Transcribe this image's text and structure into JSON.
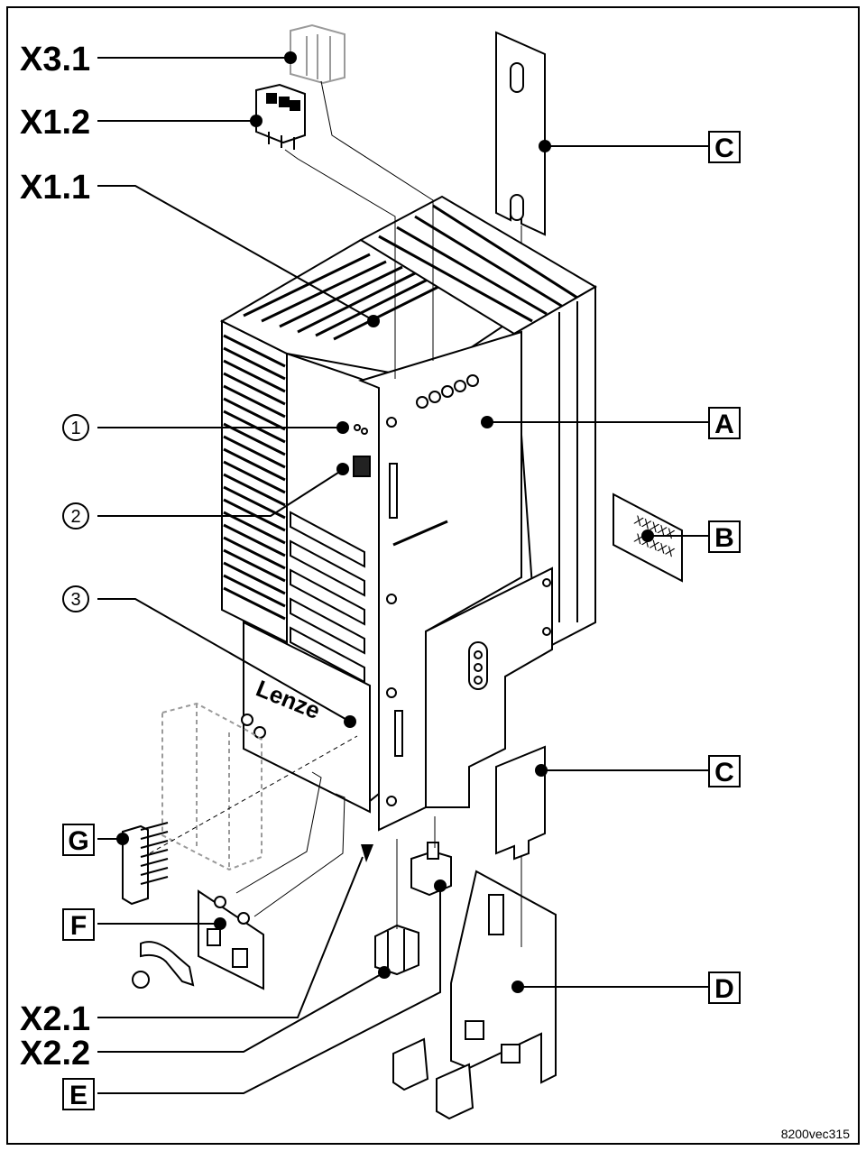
{
  "labels": {
    "x3_1": "X3.1",
    "x1_2": "X1.2",
    "x1_1": "X1.1",
    "c_top": "C",
    "a": "A",
    "b": "B",
    "c_bottom": "C",
    "d": "D",
    "e": "E",
    "f": "F",
    "g": "G",
    "x2_1": "X2.1",
    "x2_2": "X2.2",
    "n1": "1",
    "n2": "2",
    "n3": "3"
  },
  "brand": "Lenze",
  "nameplate_line1": "XXXXX",
  "nameplate_line2": "XXXXX",
  "figure_code": "8200vec315",
  "colors": {
    "line": "#000000",
    "ghost": "#9a9a9a",
    "background": "#ffffff"
  }
}
